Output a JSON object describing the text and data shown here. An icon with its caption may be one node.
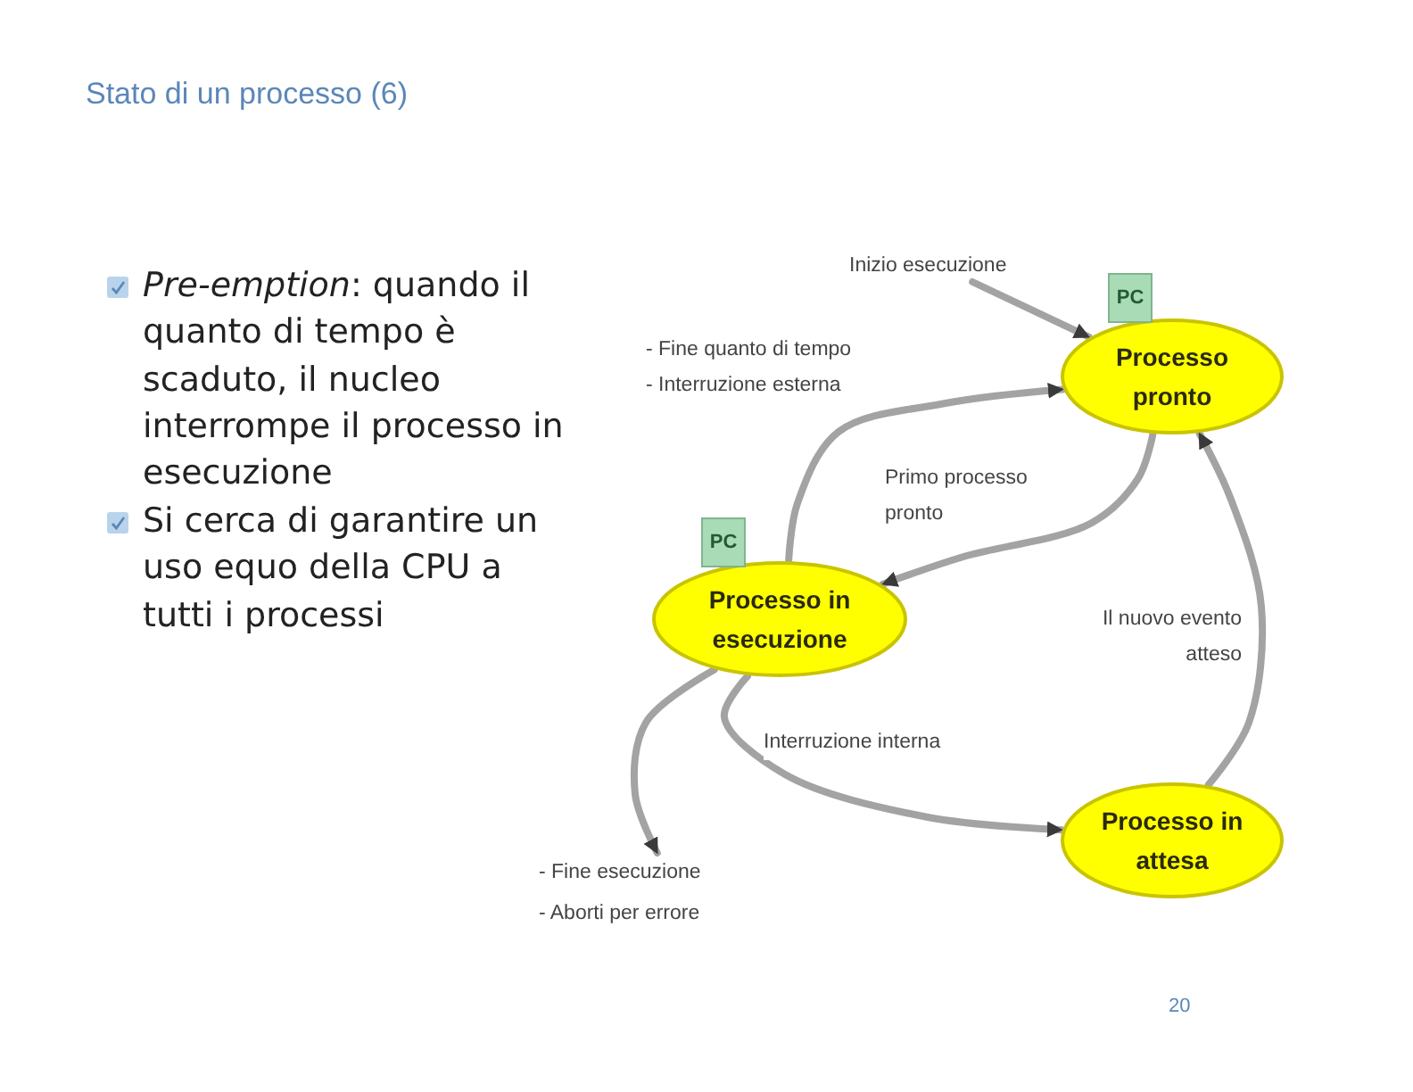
{
  "diagram": {
    "title": "Stato di un processo (6)",
    "nodes": [
      {
        "text": [
          "Inizio esecuzione"
        ]
      },
      {
        "text": [
          "PC"
        ]
      },
      {
        "text": [
          "Processo pronto"
        ]
      },
      {
        "text": [
          "PC"
        ]
      },
      {
        "text": [
          "Processo in esecuzione"
        ]
      },
      {
        "text": [
          "Processo in attesa"
        ]
      },
      {
        "text": [
          "- Fine esecuzione",
          "- Aborti per errore"
        ]
      }
    ],
    "edges": [
      {
        "from": 0,
        "to": 2,
        "arrow": "to"
      },
      {
        "from": 4,
        "to": 2,
        "arrow": "to",
        "label": "- Fine quanto di tempo - Interruzione esterna"
      },
      {
        "from": 2,
        "to": 4,
        "arrow": "to",
        "label": "Primo processo pronto"
      },
      {
        "from": 4,
        "to": 5,
        "arrow": "to",
        "label": "Interruzione interna"
      },
      {
        "from": 5,
        "to": 2,
        "arrow": "to",
        "label": "Il nuovo evento atteso"
      },
      {
        "from": 4,
        "to": 6,
        "arrow": "to"
      }
    ],
    "labels": [
      "*Pre-emption*: quando il quanto di tempo è scaduto, il nucleo interrompe il processo in esecuzione",
      "Si cerca di garantire un uso equo della CPU a tutti i processi",
      "20"
    ]
  }
}
